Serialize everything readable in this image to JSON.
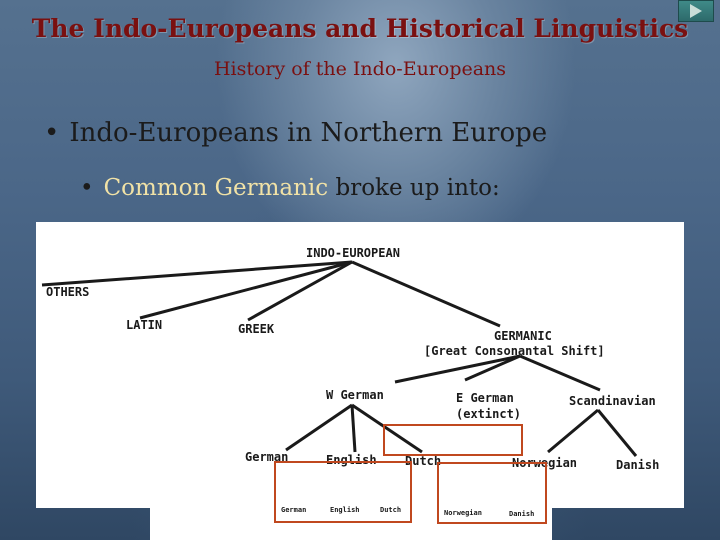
{
  "slide": {
    "title": "The Indo-Europeans and Historical Linguistics",
    "subtitle": "History of the Indo-Europeans",
    "bullet1": "Indo-Europeans in Northern Europe",
    "bullet2_highlight": "Common Germanic",
    "bullet2_rest": " broke up into:"
  },
  "tree": {
    "root": "INDO-EUROPEAN",
    "others": "OTHERS",
    "latin": "LATIN",
    "greek": "GREEK",
    "germanic": "GERMANIC",
    "shift": "[Great Consonantal Shift]",
    "w_german": "W German",
    "e_german": "E German",
    "extinct": "(extinct)",
    "scandinavian": "Scandinavian",
    "german": "German",
    "english": "English",
    "dutch": "Dutch",
    "norwegian": "Norwegian",
    "danish": "Danish"
  },
  "zoom": {
    "left": [
      "German",
      "English",
      "Dutch"
    ],
    "right": [
      "Norwegian",
      "Danish"
    ]
  },
  "colors": {
    "title": "#7a1010",
    "highlight": "#f1e2a6",
    "box": "#c0481f"
  },
  "icons": {
    "nav": "next-slide-arrow-icon"
  }
}
